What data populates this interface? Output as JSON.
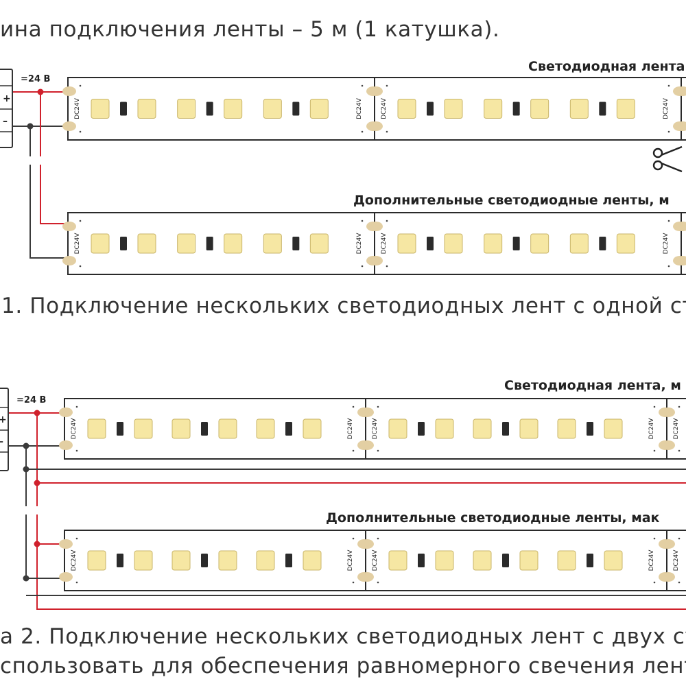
{
  "top_caption": "ина подключения ленты – 5 м (1 катушка).",
  "diagram1": {
    "voltage": "=24 В",
    "strip_title": "Светодиодная лента",
    "extra_title": "Дополнительные светодиодные ленты, м",
    "caption": "1. Подключение нескольких светодиодных лент с одной ст"
  },
  "diagram2": {
    "voltage": "=24 В",
    "strip_title": "Светодиодная лента, м",
    "extra_title": "Дополнительные светодиодные ленты, мак",
    "caption_line1": "а 2. Подключение нескольких светодиодных лент с двух ст",
    "caption_line2": "спользовать для обеспечения равномерного свечения лент"
  },
  "strip_marking": "DC24V",
  "psu_plus": "+",
  "psu_minus": "–",
  "colors": {
    "positive_wire": "#d0212c",
    "negative_wire": "#3a3a3a",
    "led": "#f6e7a3",
    "pad": "#e3cfa3"
  },
  "icons": [
    "scissors-icon"
  ]
}
